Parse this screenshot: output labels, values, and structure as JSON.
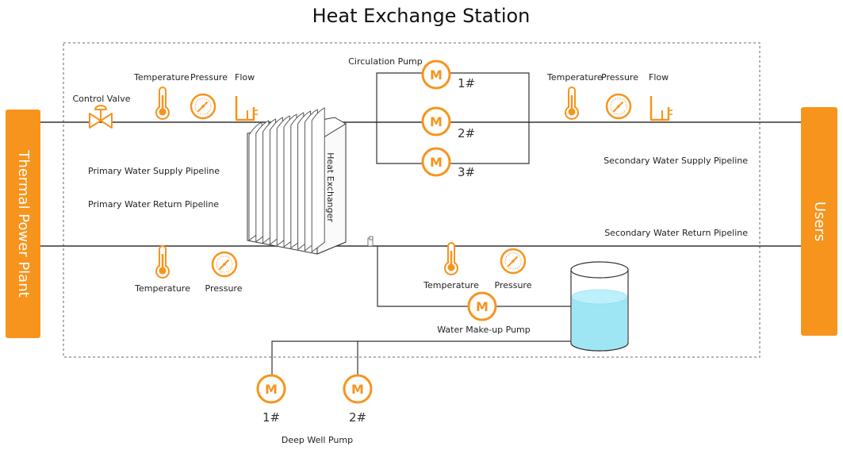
{
  "title": "Heat Exchange Station",
  "left_block": "Thermal Power Plant",
  "right_block": "Users",
  "heat_exchanger_label": "Heat Exchanger",
  "primary_supply_label": "Primary Water Supply Pipeline",
  "primary_return_label": "Primary Water Return Pipeline",
  "secondary_supply_label": "Secondary Water Supply Pipeline",
  "secondary_return_label": "Secondary Water Return Pipeline",
  "control_valve_label": "Control Valve",
  "primary_supply_instruments": {
    "temperature": "Temperature",
    "pressure": "Pressure",
    "flow": "Flow"
  },
  "secondary_supply_instruments": {
    "temperature": "Temperature",
    "pressure": "Pressure",
    "flow": "Flow"
  },
  "primary_return_instruments": {
    "temperature": "Temperature",
    "pressure": "Pressure"
  },
  "secondary_return_instruments": {
    "temperature": "Temperature",
    "pressure": "Pressure"
  },
  "circulation_pump": {
    "label": "Circulation Pump",
    "pumps": [
      "1#",
      "2#",
      "3#"
    ]
  },
  "makeup_pump_label": "Water Make-up Pump",
  "deep_well_pump": {
    "label": "Deep Well Pump",
    "pumps": [
      "1#",
      "2#"
    ]
  },
  "motor_letter": "M",
  "colors": {
    "orange": "#f7941d",
    "line": "#333333",
    "water": "#9fe6f4",
    "dashed": "#888888"
  }
}
